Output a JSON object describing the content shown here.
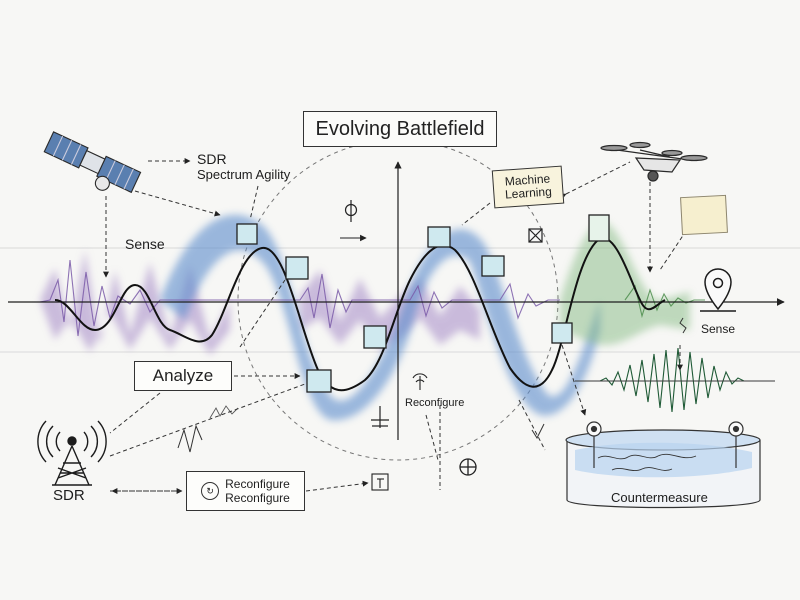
{
  "title": "Evolving Battlefield",
  "labels": {
    "sdr_box_line1": "SDR",
    "sdr_box_line2": "Spectrum Agility",
    "sense_left": "Sense",
    "sense_right": "Sense",
    "analyze": "Analyze",
    "machine_learning_line1": "Machine",
    "machine_learning_line2": "Learning",
    "reconfigure_mid": "Reconfigure",
    "reconfigure_box_line1": "Reconfigure",
    "reconfigure_box_line2": "Reconfigure",
    "sdr_tower": "SDR",
    "countermeasure": "Countermeasure"
  },
  "icons": [
    "satellite-icon",
    "drone-icon",
    "radio-tower-icon",
    "location-pin-icon",
    "reconfigure-icon",
    "phi-symbol-icon",
    "crossed-box-icon",
    "plus-circle-icon",
    "antenna-small-icon",
    "tuning-symbol-icon"
  ],
  "colors": {
    "purple_wash": "#9b7fc1",
    "blue_wash": "#4f7fc4",
    "green_wash": "#7fb57e",
    "ink": "#1a1a1a",
    "node_fill": "#cfe9ef"
  }
}
